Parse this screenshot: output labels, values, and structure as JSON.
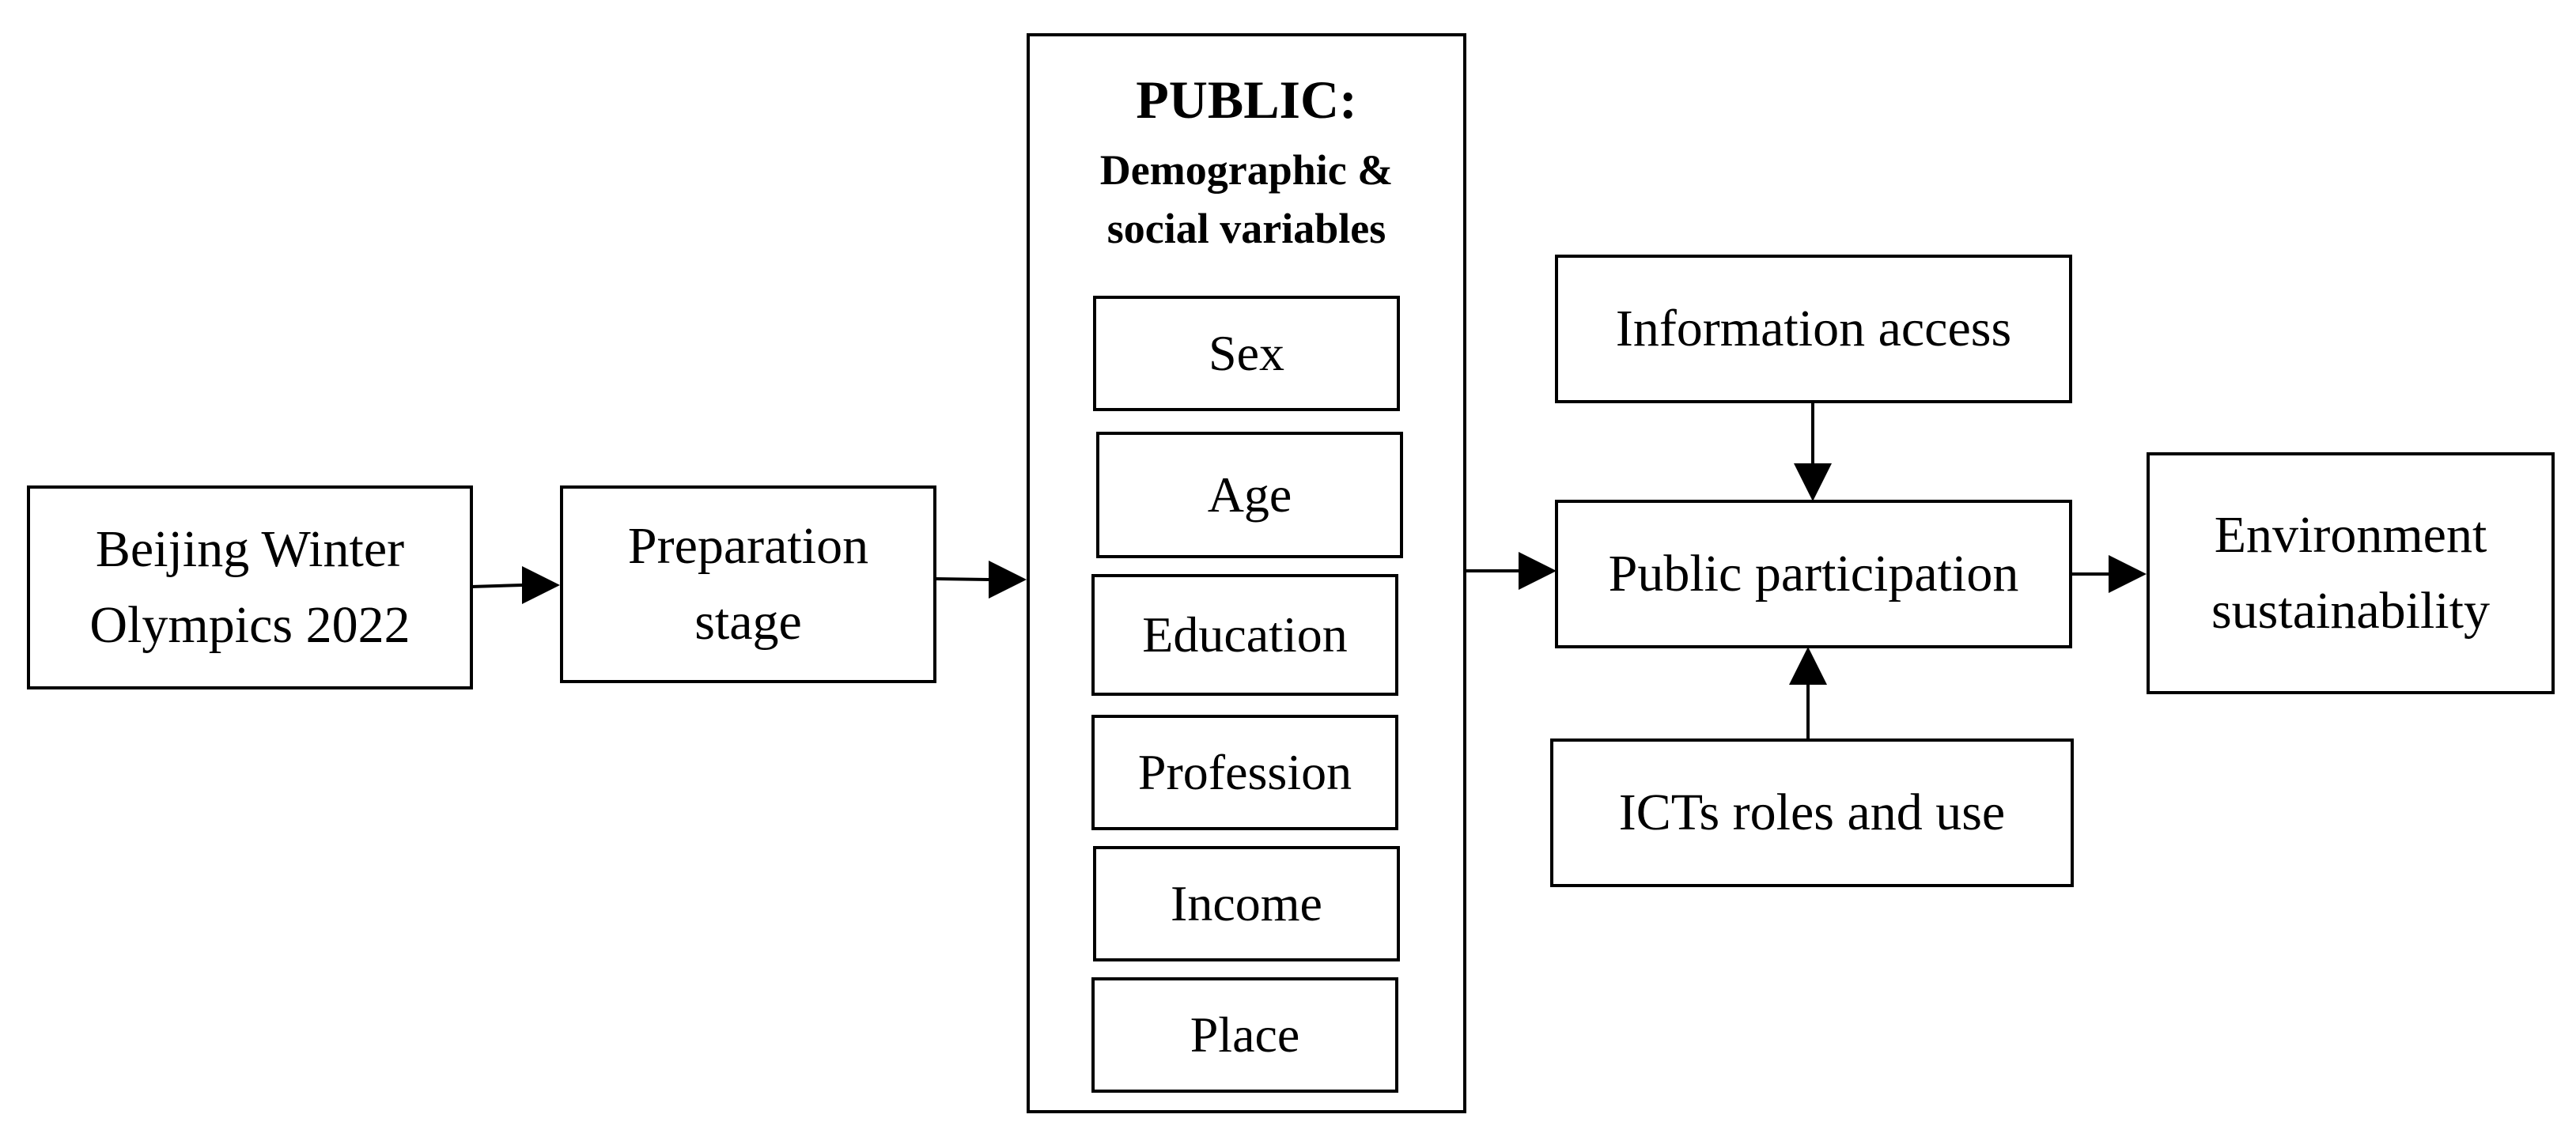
{
  "nodes": {
    "beijing": {
      "lines": [
        "Beijing Winter",
        "Olympics 2022"
      ]
    },
    "preparation": {
      "lines": [
        "Preparation",
        "stage"
      ]
    },
    "public": {
      "title": "PUBLIC:",
      "subtitle_lines": [
        "Demographic &",
        "social variables"
      ],
      "variables": [
        "Sex",
        "Age",
        "Education",
        "Profession",
        "Income",
        "Place"
      ]
    },
    "information_access": {
      "label": "Information access"
    },
    "public_participation": {
      "label": "Public participation"
    },
    "icts": {
      "label": "ICTs roles and use"
    },
    "environment": {
      "lines": [
        "Environment",
        "sustainability"
      ]
    }
  },
  "edges": [
    {
      "from": "beijing",
      "to": "preparation"
    },
    {
      "from": "preparation",
      "to": "public"
    },
    {
      "from": "public",
      "to": "public_participation"
    },
    {
      "from": "information_access",
      "to": "public_participation"
    },
    {
      "from": "icts",
      "to": "public_participation"
    },
    {
      "from": "public_participation",
      "to": "environment"
    }
  ]
}
